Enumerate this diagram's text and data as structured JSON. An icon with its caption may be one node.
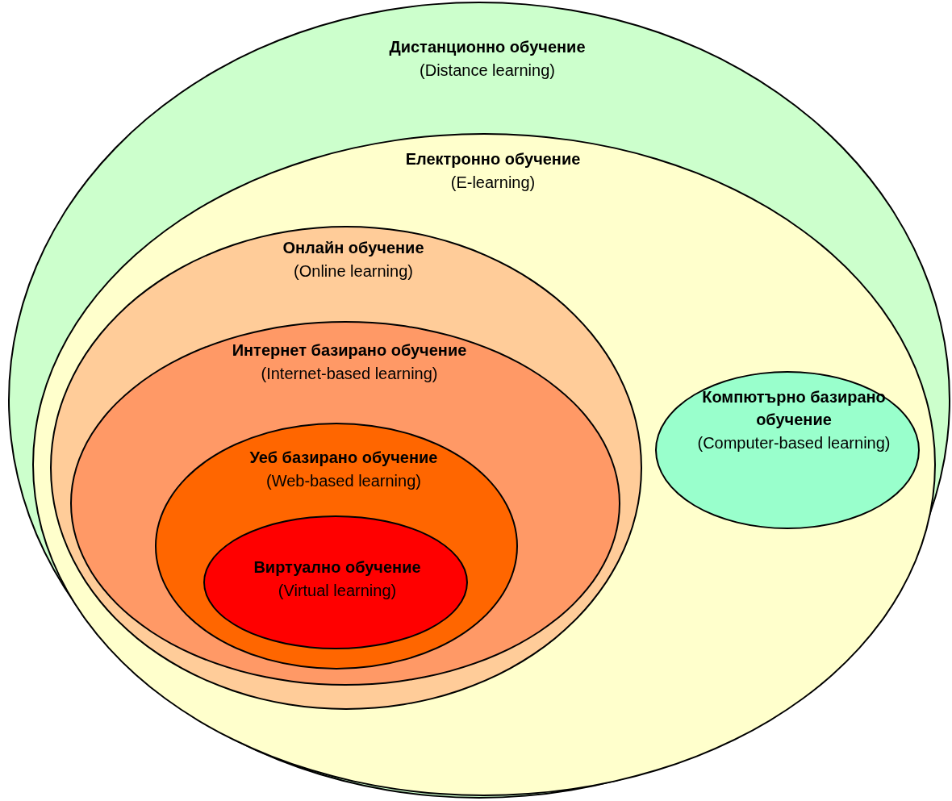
{
  "diagram": {
    "nodes": [
      {
        "text": [
          "Дистанционно обучение",
          "(Distance learning)"
        ]
      },
      {
        "text": [
          "Електронно обучение",
          "(E-learning)"
        ],
        "in": 0
      },
      {
        "text": [
          "Онлайн обучение",
          "(Online learning)"
        ],
        "in": 1
      },
      {
        "text": [
          "Интернет базирано обучение",
          "(Internet-based learning)"
        ],
        "in": 2
      },
      {
        "text": [
          "Уеб базирано обучение",
          "(Web-based learning)"
        ],
        "in": 3
      },
      {
        "text": [
          "Виртуално обучение",
          "(Virtual learning)"
        ],
        "in": 4
      },
      {
        "text": [
          "Компютърно базирано обучение",
          "(Computer-based learning)"
        ],
        "in": 1
      }
    ]
  }
}
